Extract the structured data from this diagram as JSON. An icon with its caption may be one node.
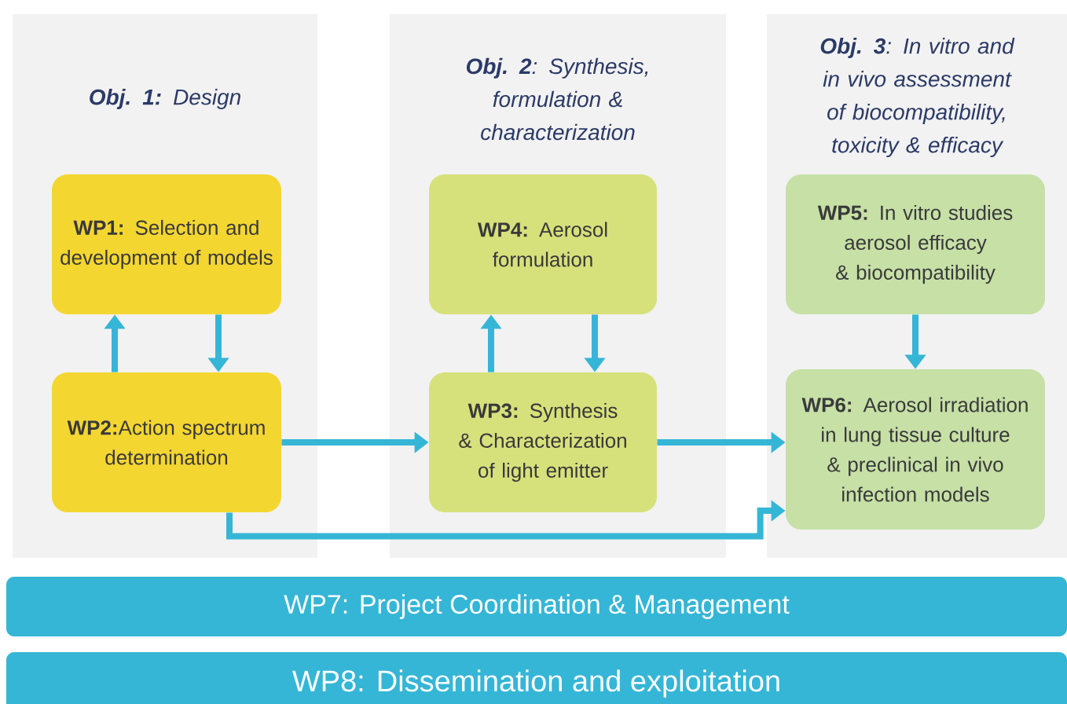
{
  "diagram": {
    "nodes": [
      {
        "text": [
          "**Obj. 1:** Design"
        ]
      },
      {
        "text": [
          "**WP1:** Selection and development of models"
        ],
        "in": 0
      },
      {
        "text": [
          "**WP2:**Action spectrum determination"
        ],
        "in": 0
      },
      {
        "text": [
          "**Obj. 2**: Synthesis, formulation & characterization"
        ]
      },
      {
        "text": [
          "**WP4:** Aerosol formulation"
        ],
        "in": 3
      },
      {
        "text": [
          "**WP3:** Synthesis & Characterization of light emitter"
        ],
        "in": 3
      },
      {
        "text": [
          "**Obj. 3**: In vitro and in vivo assessment of biocompatibility, toxicity & efficacy"
        ]
      },
      {
        "text": [
          "**WP5:** In vitro studies aerosol efficacy & biocompatibility"
        ],
        "in": 6
      },
      {
        "text": [
          "**WP6:** Aerosol irradiation in lung tissue culture & preclinical in vivo infection models"
        ],
        "in": 6
      },
      {
        "text": [
          "WP7: Project Coordination & Management"
        ]
      },
      {
        "text": [
          "WP8: Dissemination and exploitation"
        ]
      }
    ],
    "edges": [
      {
        "from": 2,
        "to": 1,
        "arrow": "to"
      },
      {
        "from": 1,
        "to": 2,
        "arrow": "to"
      },
      {
        "from": 5,
        "to": 4,
        "arrow": "to"
      },
      {
        "from": 4,
        "to": 5,
        "arrow": "to"
      },
      {
        "from": 7,
        "to": 8,
        "arrow": "to"
      },
      {
        "from": 2,
        "to": 5,
        "arrow": "to"
      },
      {
        "from": 5,
        "to": 8,
        "arrow": "to"
      },
      {
        "from": 2,
        "to": 8,
        "arrow": "to"
      }
    ]
  }
}
